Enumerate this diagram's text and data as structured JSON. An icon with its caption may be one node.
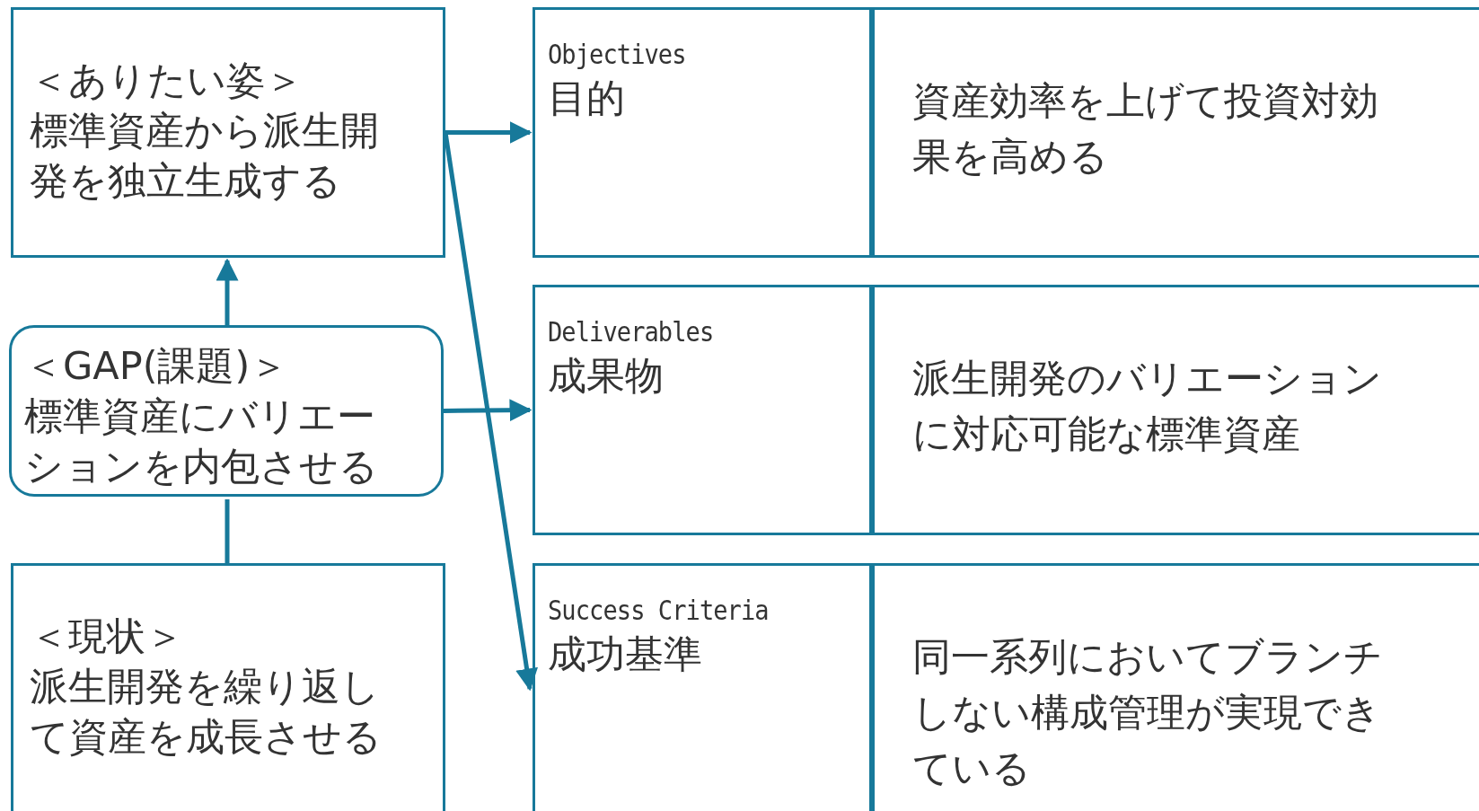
{
  "diagram": {
    "nodes": [
      {
        "text": [
          "＜ありたい姿＞",
          "標準資産から派生開発を独立生成する"
        ]
      },
      {
        "text": [
          "＜GAP(課題)＞",
          "標準資産にバリエーションを内包させる"
        ]
      },
      {
        "text": [
          "＜現状＞",
          "派生開発を繰り返して資産を成長させる"
        ]
      },
      {
        "text": [
          "Objectives",
          "目的"
        ]
      },
      {
        "text": [
          "資産効率を上げて投資対効果を高める"
        ]
      },
      {
        "text": [
          "Deliverables",
          "成果物"
        ]
      },
      {
        "text": [
          "派生開発のバリエーションに対応可能な標準資産"
        ]
      },
      {
        "text": [
          "Success Criteria",
          "成功基準"
        ]
      },
      {
        "text": [
          "同一系列においてブランチしない構成管理が実現できている"
        ]
      }
    ],
    "edges": [
      {
        "from": 2,
        "to": 1,
        "arrow": "none"
      },
      {
        "from": 1,
        "to": 0,
        "arrow": "to"
      },
      {
        "from": 0,
        "to": 3,
        "arrow": "to"
      },
      {
        "from": 0,
        "to": 7,
        "arrow": "to"
      },
      {
        "from": 1,
        "to": 5,
        "arrow": "to"
      }
    ]
  }
}
